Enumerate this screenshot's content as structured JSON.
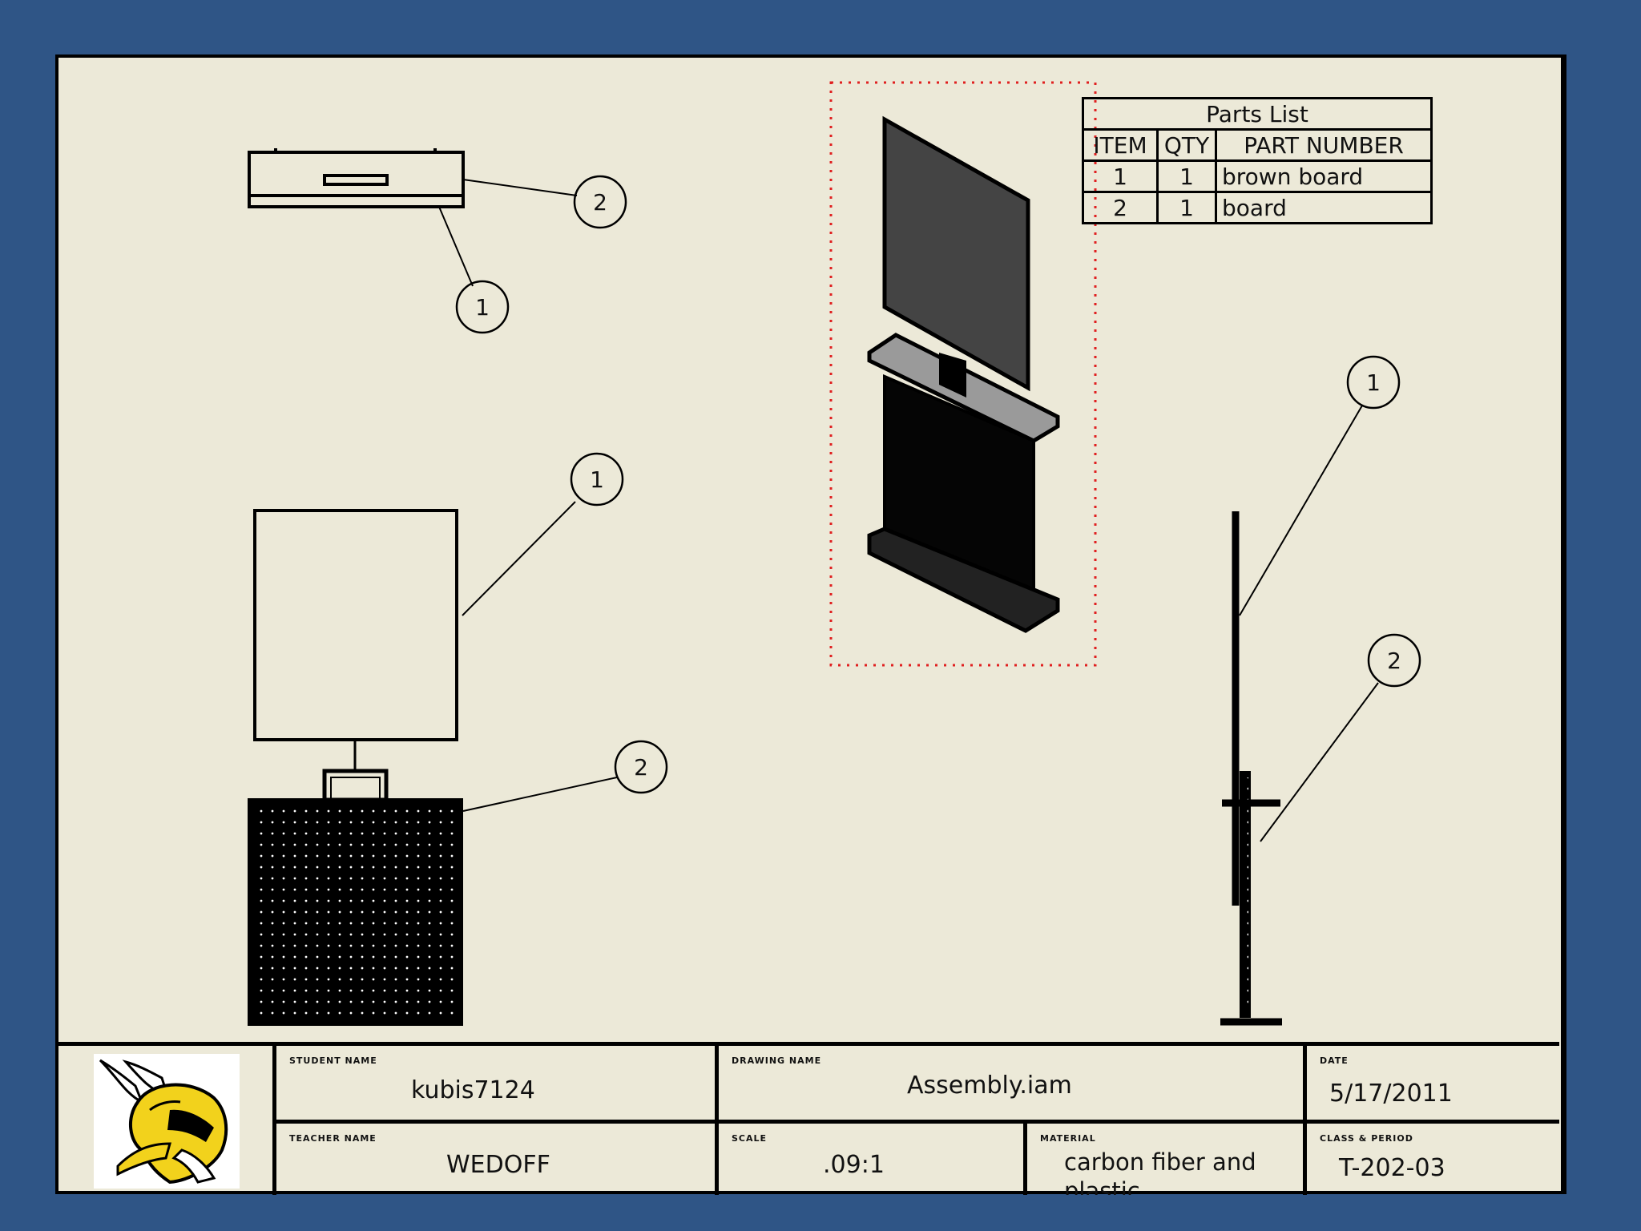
{
  "parts_list": {
    "title": "Parts List",
    "headers": [
      "ITEM",
      "QTY",
      "PART NUMBER"
    ],
    "rows": [
      {
        "item": "1",
        "qty": "1",
        "part_number": "brown board"
      },
      {
        "item": "2",
        "qty": "1",
        "part_number": "board"
      }
    ]
  },
  "balloons": {
    "top_view_item_2": "2",
    "top_view_item_1": "1",
    "front_view_item_1": "1",
    "front_view_item_2": "2",
    "side_view_item_1": "1",
    "side_view_item_2": "2"
  },
  "title_block": {
    "student_name_label": "STUDENT NAME",
    "student_name": "kubis7124",
    "drawing_name_label": "DRAWING NAME",
    "drawing_name": "Assembly.iam",
    "date_label": "DATE",
    "date": "5/17/2011",
    "teacher_name_label": "TEACHER NAME",
    "teacher_name": "WEDOFF",
    "scale_label": "SCALE",
    "scale": ".09:1",
    "material_label": "MATERIAL",
    "material": "carbon fiber and plastic",
    "class_period_label": "CLASS & PERIOD",
    "class_period": "T-202-03"
  },
  "colors": {
    "background": "#2f5586",
    "sheet": "#ece9d8",
    "selection_box": "#e02020",
    "logo_yellow": "#f2d21c"
  },
  "icons": {
    "logo": "viking-mascot-icon"
  }
}
